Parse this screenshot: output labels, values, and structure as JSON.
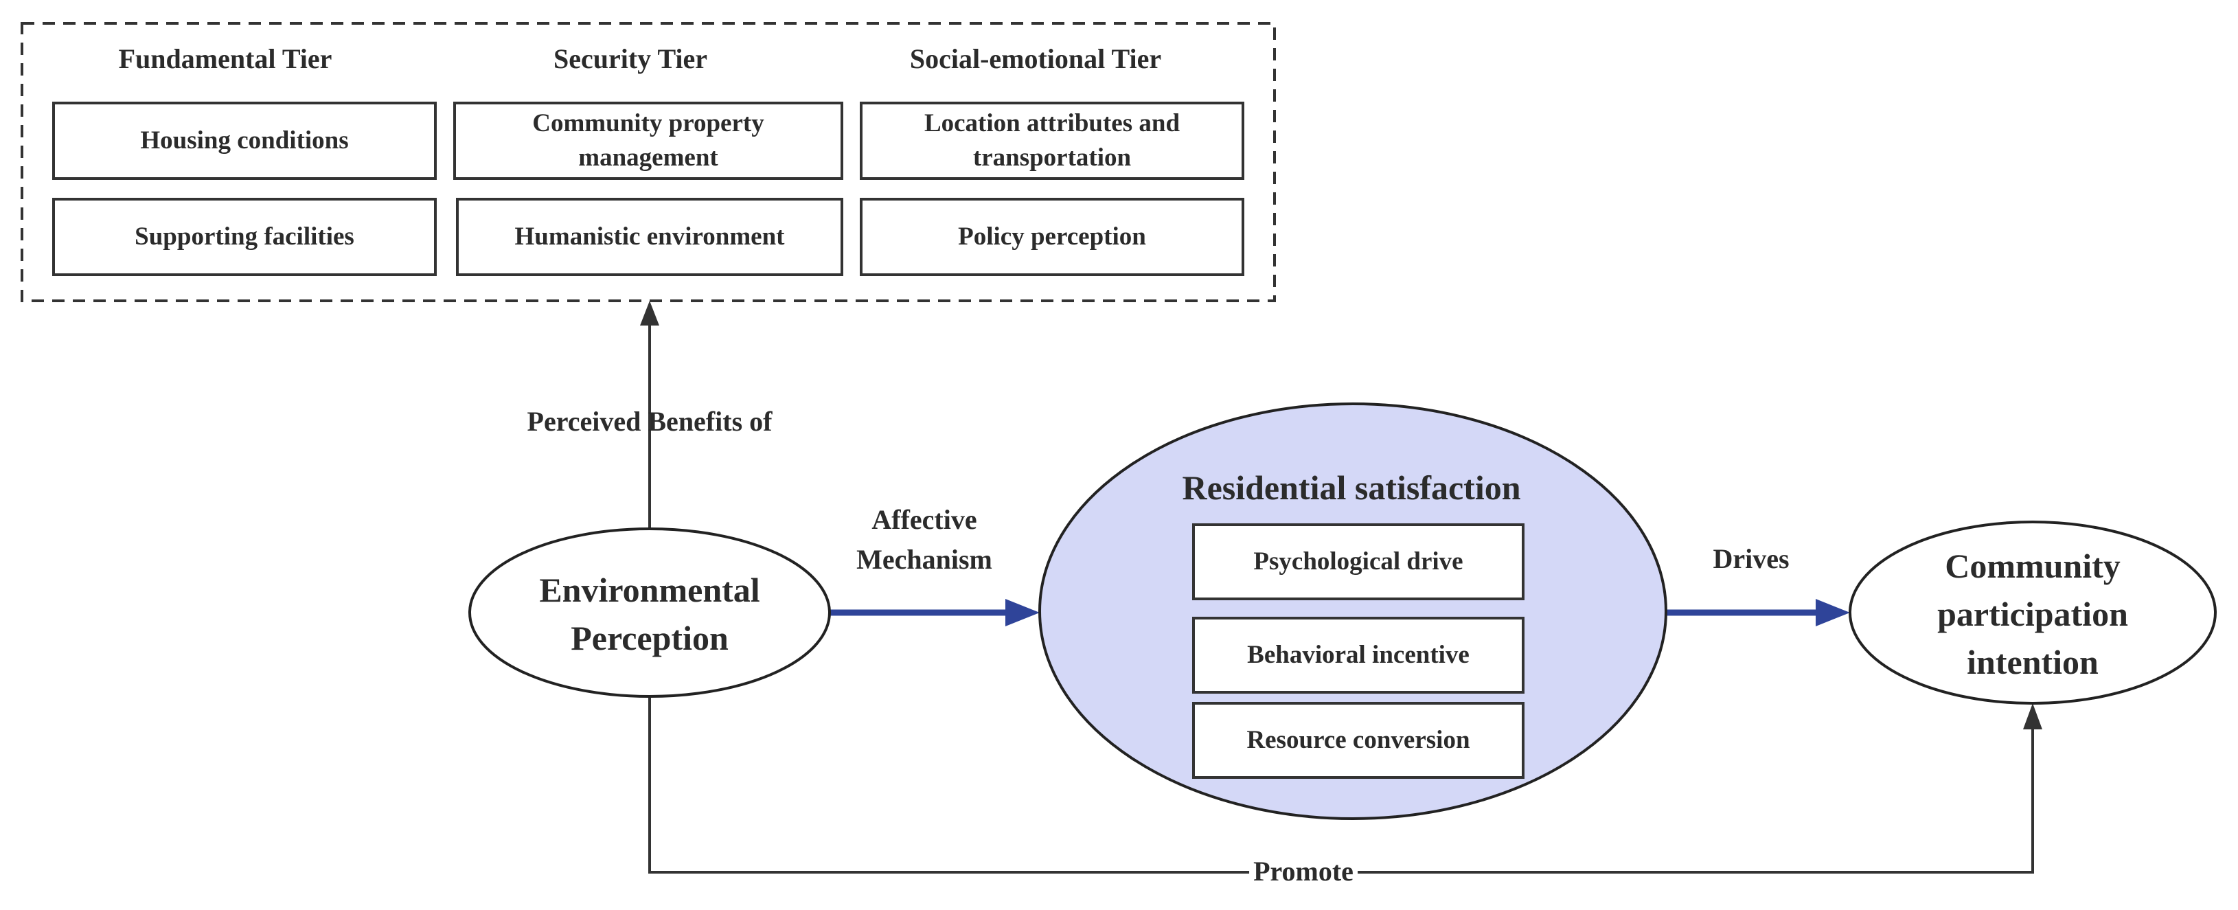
{
  "tiers": [
    {
      "title": "Fundamental Tier",
      "items": [
        "Housing conditions",
        "Supporting facilities"
      ]
    },
    {
      "title": "Security Tier",
      "items": [
        "Community property\nmanagement",
        "Humanistic environment"
      ]
    },
    {
      "title": "Social-emotional Tier",
      "items": [
        "Location attributes and\ntransportation",
        "Policy perception"
      ]
    }
  ],
  "nodes": {
    "environmental_perception": "Environmental\nPerception",
    "residential_satisfaction": "Residential satisfaction",
    "community_participation": "Community\nparticipation\nintention"
  },
  "satisfaction_items": [
    "Psychological drive",
    "Behavioral incentive",
    "Resource conversion"
  ],
  "edges": {
    "perceived_benefits": "Perceived Benefits of",
    "affective_mechanism": "Affective\nMechanism",
    "drives": "Drives",
    "promote": "Promote"
  },
  "colors": {
    "satisfaction_fill": "#d4d8f7",
    "blue_arrow": "#2f4499",
    "line": "#333333"
  }
}
